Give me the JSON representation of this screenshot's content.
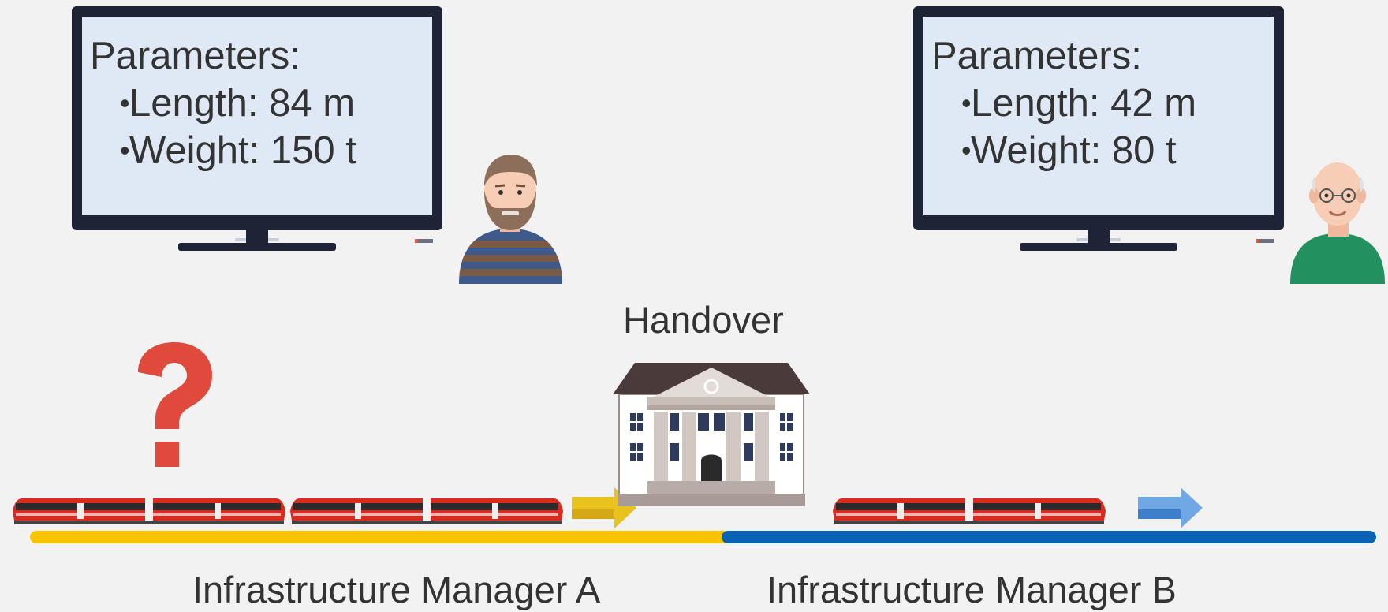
{
  "left_monitor": {
    "title": "Parameters:",
    "items": [
      {
        "text": "Length: 84 m"
      },
      {
        "text": "Weight: 150 t"
      }
    ]
  },
  "right_monitor": {
    "title": "Parameters:",
    "items": [
      {
        "text": "Length: 42 m"
      },
      {
        "text": "Weight: 80 t"
      }
    ]
  },
  "handover_label": "Handover",
  "manager_a_label": "Infrastructure Manager A",
  "manager_b_label": "Infrastructure Manager B",
  "colors": {
    "track_a": "#f8c300",
    "track_b": "#0863b4",
    "arrow_a": "#e8c21f",
    "arrow_b": "#4a8fd8",
    "question_mark": "#e04a3c",
    "train_red": "#d82a1f",
    "monitor_frame": "#1f2336",
    "monitor_screen": "#dfe8f5"
  },
  "icons": [
    "monitor-icon",
    "bearded-man-avatar",
    "bald-man-avatar",
    "question-mark-icon",
    "train-icon",
    "arrow-right-icon",
    "station-building-icon"
  ]
}
